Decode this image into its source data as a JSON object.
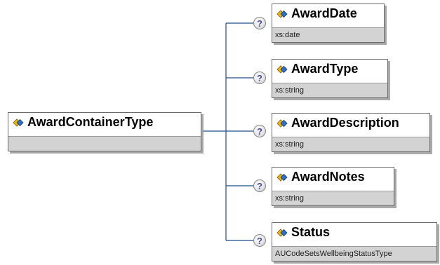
{
  "diagram": {
    "root": {
      "name": "AwardContainerType",
      "icon": "element-icon"
    },
    "children": [
      {
        "name": "AwardDate",
        "type": "xs:date",
        "icon": "element-icon",
        "badge": "?"
      },
      {
        "name": "AwardType",
        "type": "xs:string",
        "icon": "element-icon",
        "badge": "?"
      },
      {
        "name": "AwardDescription",
        "type": "xs:string",
        "icon": "element-icon",
        "badge": "?"
      },
      {
        "name": "AwardNotes",
        "type": "xs:string",
        "icon": "element-icon",
        "badge": "?"
      },
      {
        "name": "Status",
        "type": "AUCodeSetsWellbeingStatusType",
        "icon": "element-icon",
        "badge": "?"
      }
    ]
  }
}
